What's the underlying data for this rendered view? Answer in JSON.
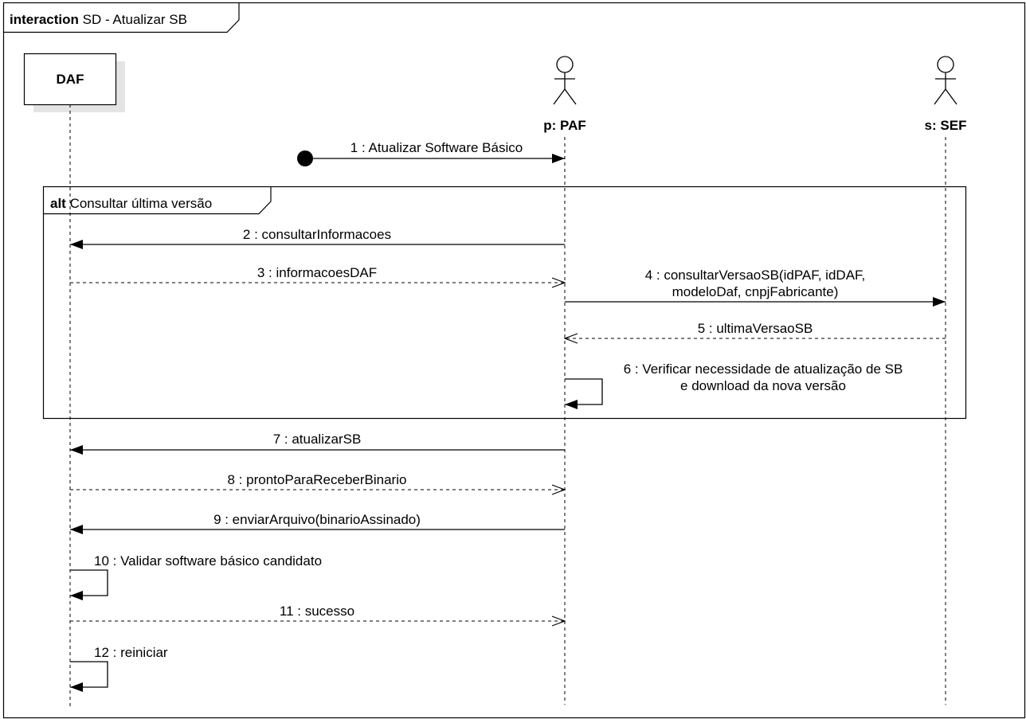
{
  "frame": {
    "keyword": "interaction",
    "name": "SD - Atualizar SB"
  },
  "lifelines": {
    "daf": {
      "label": "DAF",
      "kind": "box"
    },
    "paf": {
      "label": "p: PAF",
      "kind": "actor"
    },
    "sef": {
      "label": "s: SEF",
      "kind": "actor"
    }
  },
  "fragment": {
    "operator": "alt",
    "guard": "Consultar última versão"
  },
  "messages": [
    {
      "id": "m1",
      "label": "1 : Atualizar Software Básico",
      "from": "found",
      "to": "paf",
      "kind": "sync"
    },
    {
      "id": "m2",
      "label": "2 : consultarInformacoes",
      "from": "paf",
      "to": "daf",
      "kind": "sync"
    },
    {
      "id": "m3",
      "label": "3 : informacoesDAF",
      "from": "daf",
      "to": "paf",
      "kind": "reply"
    },
    {
      "id": "m4",
      "label": [
        "4 : consultarVersaoSB(idPAF, idDAF,",
        "modeloDaf, cnpjFabricante)"
      ],
      "from": "paf",
      "to": "sef",
      "kind": "sync"
    },
    {
      "id": "m5",
      "label": "5 : ultimaVersaoSB",
      "from": "sef",
      "to": "paf",
      "kind": "reply"
    },
    {
      "id": "m6",
      "label": [
        "6 : Verificar necessidade de atualização de SB",
        "e download da nova versão"
      ],
      "from": "paf",
      "to": "paf",
      "kind": "self"
    },
    {
      "id": "m7",
      "label": "7 : atualizarSB",
      "from": "paf",
      "to": "daf",
      "kind": "sync"
    },
    {
      "id": "m8",
      "label": "8 : prontoParaReceberBinario",
      "from": "daf",
      "to": "paf",
      "kind": "reply"
    },
    {
      "id": "m9",
      "label": "9 : enviarArquivo(binarioAssinado)",
      "from": "paf",
      "to": "daf",
      "kind": "sync"
    },
    {
      "id": "m10",
      "label": "10 : Validar software básico candidato",
      "from": "daf",
      "to": "daf",
      "kind": "self"
    },
    {
      "id": "m11",
      "label": "11 : sucesso",
      "from": "daf",
      "to": "paf",
      "kind": "reply"
    },
    {
      "id": "m12",
      "label": "12 : reiniciar",
      "from": "daf",
      "to": "daf",
      "kind": "self"
    }
  ]
}
